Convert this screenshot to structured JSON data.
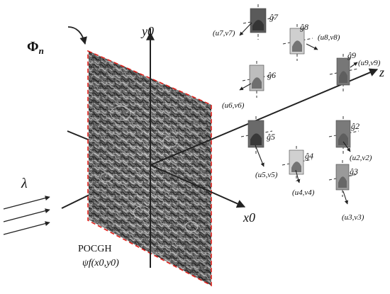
{
  "hologram": {
    "label": "POCGH",
    "func": "ψf(x0,y0)",
    "phase_label": "Φn",
    "phase_sym": "Φ",
    "phase_sub": "n"
  },
  "axes": {
    "x": "x0",
    "y": "y0",
    "z": "z"
  },
  "wavelength": "λ",
  "images": [
    {
      "id": "1",
      "coord": "(u7,v7)",
      "g": "ĝ7"
    },
    {
      "id": "2",
      "coord": "(u8,v8)",
      "g": "ĝ8"
    },
    {
      "id": "3",
      "coord": "(u9,v9)",
      "g": "ĝ9"
    },
    {
      "id": "4",
      "coord": "(u6,v6)",
      "g": "ĝ6"
    },
    {
      "id": "5",
      "coord": "(u5,v5)",
      "g": "ĝ5"
    },
    {
      "id": "6",
      "coord": "(u4,v4)",
      "g": "ĝ4"
    },
    {
      "id": "7",
      "coord": "(u2,v2)",
      "g": "ĝ2"
    },
    {
      "id": "8",
      "coord": "(u3,v3)",
      "g": "ĝ3"
    }
  ],
  "colors": {
    "dashed_frame": "#e0201a",
    "axis": "#222222",
    "hologram": "#6b6b6b"
  }
}
